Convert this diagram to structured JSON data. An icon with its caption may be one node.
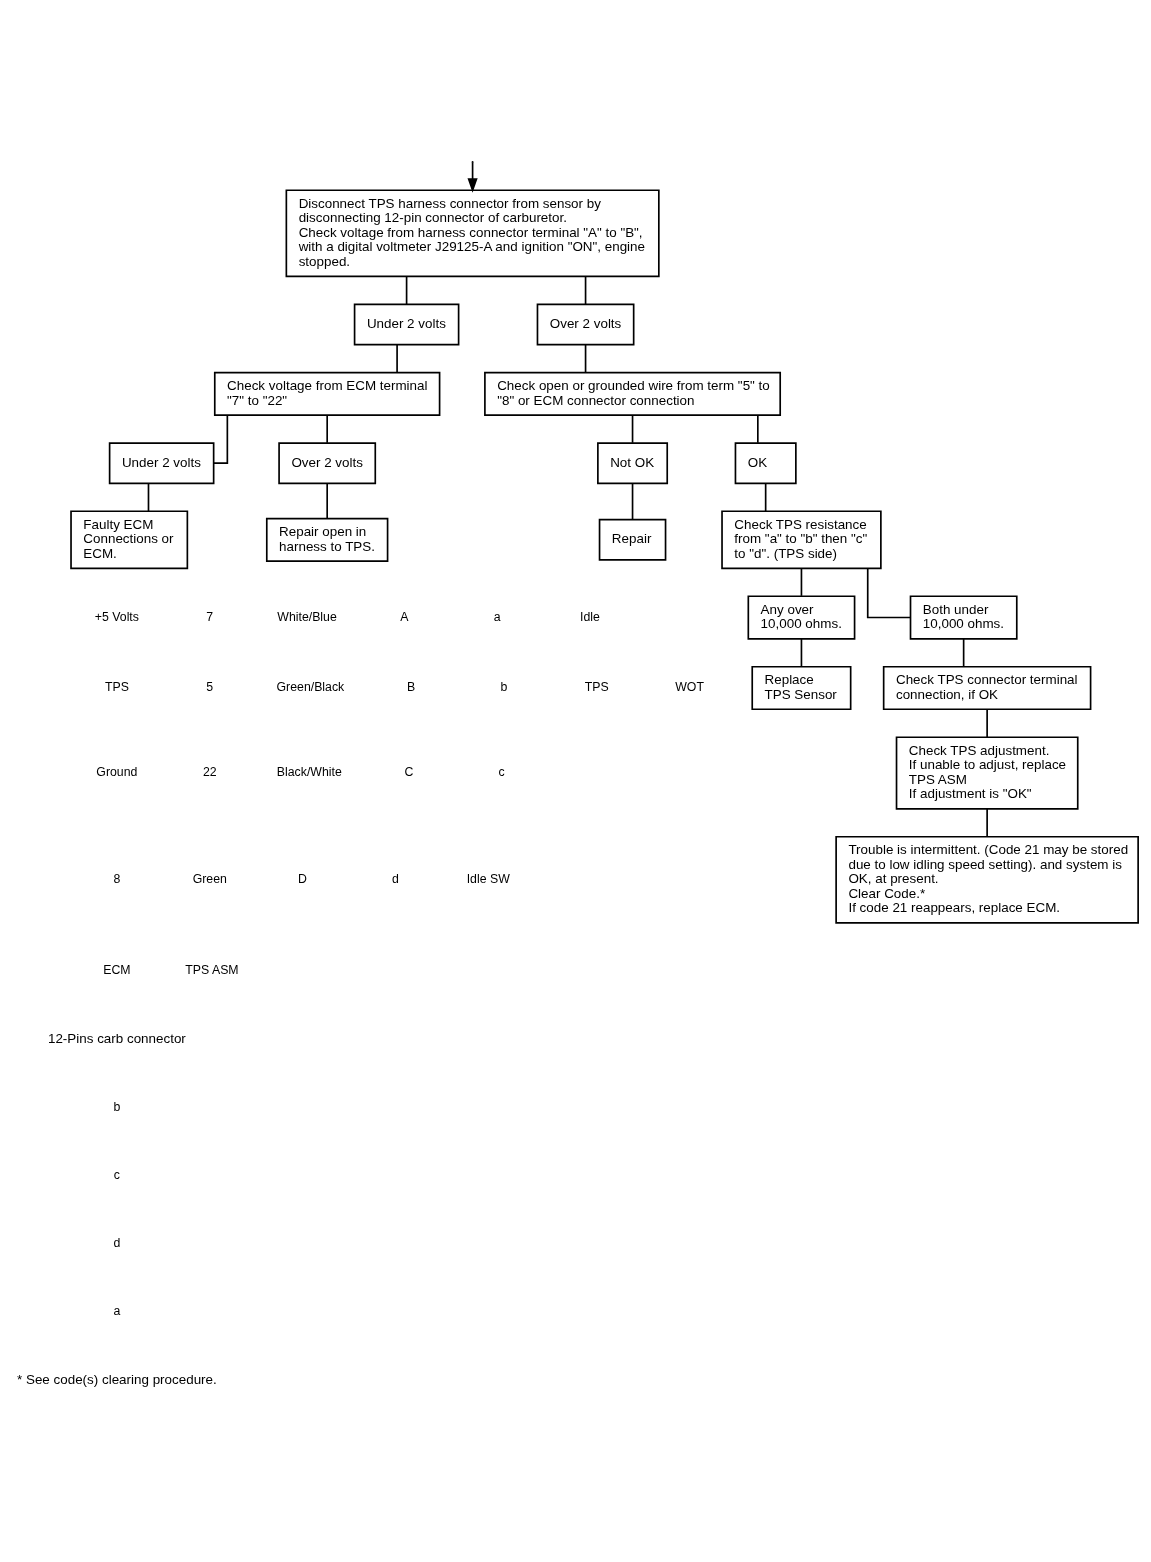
{
  "diagram": {
    "nodes": [
      {
        "text": [
          "Disconnect TPS harness connector from sensor by disconnecting 12-pin connector of carburetor.",
          "Check voltage from harness connector terminal \"A\" to \"B\", with a digital voltmeter J29125-A and ignition \"ON\", engine stopped."
        ]
      },
      {
        "text": [
          "Under 2 volts"
        ]
      },
      {
        "text": [
          "Over 2 volts"
        ]
      },
      {
        "text": [
          "Check voltage from ECM terminal \"7\" to \"22\""
        ]
      },
      {
        "text": [
          "Under 2 volts"
        ]
      },
      {
        "text": [
          "Over 2 volts"
        ]
      },
      {
        "text": [
          "Faulty ECM Connections or ECM."
        ]
      },
      {
        "text": [
          "Repair open in harness to TPS."
        ]
      },
      {
        "text": [
          "Check open or grounded wire from term \"5\" to \"8\" or ECM connector connection"
        ]
      },
      {
        "text": [
          "Not OK"
        ]
      },
      {
        "text": [
          "OK"
        ]
      },
      {
        "text": [
          "Repair"
        ]
      },
      {
        "text": [
          "Check TPS resistance from \"a\" to \"b\" then \"c\" to \"d\". (TPS side)"
        ]
      },
      {
        "text": [
          "Any over 10,000 ohms."
        ]
      },
      {
        "text": [
          "Both under 10,000 ohms."
        ]
      },
      {
        "text": [
          "Replace TPS Sensor"
        ]
      },
      {
        "text": [
          "Check TPS connector terminal connection, if OK"
        ]
      },
      {
        "text": [
          "Check TPS adjustment.",
          "If unable to adjust, replace TPS ASM",
          "If adjustment is \"OK\""
        ]
      },
      {
        "text": [
          "Trouble is intermittent. (Code 21 may be stored due to low idling speed setting). and system is OK, at present.",
          "Clear Code.*",
          "If code 21 reappears, replace ECM."
        ]
      }
    ],
    "edges": [
      {
        "from": null,
        "to": 0,
        "arrow": "to"
      },
      {
        "from": 0,
        "to": 1,
        "arrow": "none"
      },
      {
        "from": 0,
        "to": 2,
        "arrow": "none"
      },
      {
        "from": 1,
        "to": 3,
        "arrow": "none"
      },
      {
        "from": 3,
        "to": 4,
        "arrow": "none"
      },
      {
        "from": 3,
        "to": 5,
        "arrow": "none"
      },
      {
        "from": 4,
        "to": 6,
        "arrow": "none"
      },
      {
        "from": 5,
        "to": 7,
        "arrow": "none"
      },
      {
        "from": 2,
        "to": 8,
        "arrow": "none"
      },
      {
        "from": 8,
        "to": 9,
        "arrow": "none"
      },
      {
        "from": 8,
        "to": 10,
        "arrow": "none"
      },
      {
        "from": 9,
        "to": 11,
        "arrow": "none"
      },
      {
        "from": 10,
        "to": 12,
        "arrow": "none"
      },
      {
        "from": 12,
        "to": 13,
        "arrow": "none"
      },
      {
        "from": 12,
        "to": 14,
        "arrow": "none"
      },
      {
        "from": 13,
        "to": 15,
        "arrow": "none"
      },
      {
        "from": 14,
        "to": 16,
        "arrow": "none"
      },
      {
        "from": 16,
        "to": 17,
        "arrow": "none"
      },
      {
        "from": 17,
        "to": 18,
        "arrow": "none"
      }
    ],
    "labels": [
      "+5 Volts",
      "7",
      "White/Blue",
      "A",
      "a",
      "Idle",
      "TPS",
      "5",
      "Green/Black",
      "B",
      "b",
      "TPS",
      "WOT",
      "Ground",
      "22",
      "Black/White",
      "C",
      "c",
      "8",
      "Green",
      "D",
      "d",
      "Idle SW",
      "ECM",
      "TPS ASM",
      "12-Pins carb connector",
      "b",
      "c",
      "d",
      "a",
      "* See code(s) clearing procedure."
    ]
  }
}
